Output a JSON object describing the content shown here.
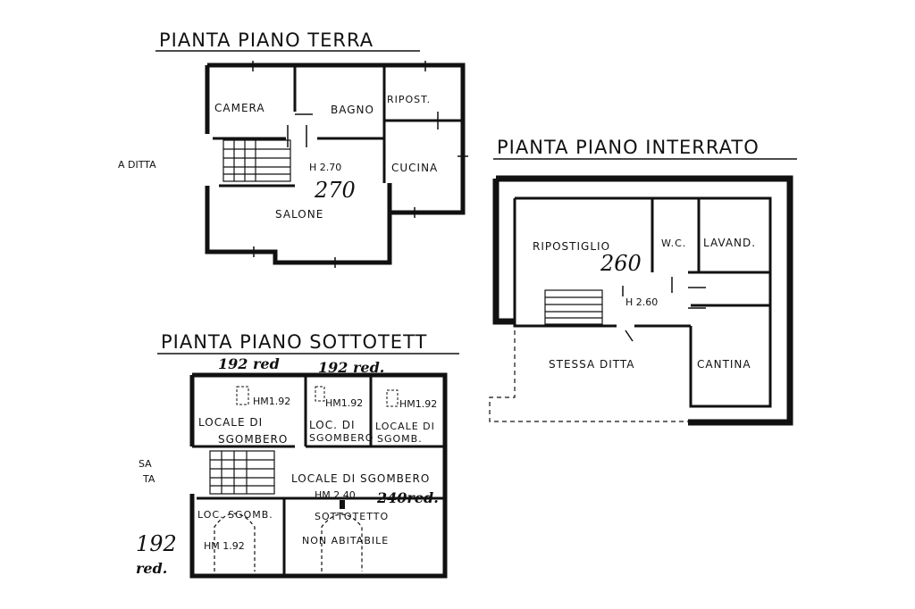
{
  "plans": {
    "ground": {
      "title": "PIANTA PIANO TERRA",
      "rooms": {
        "camera": "CAMERA",
        "bagno": "BAGNO",
        "ripost": "RIPOST.",
        "cucina": "CUCINA",
        "salone": "SALONE",
        "height": "H 2.70"
      },
      "side_label": "A DITTA",
      "handwritten_height": "270"
    },
    "basement": {
      "title": "PIANTA PIANO INTERRATO",
      "rooms": {
        "ripostiglio": "RIPOSTIGLIO",
        "wc": "W.C.",
        "lavand": "LAVAND.",
        "height": "H 2.60",
        "stessa_ditta": "STESSA DITTA",
        "cantina": "CANTINA"
      },
      "handwritten_height": "260"
    },
    "attic": {
      "title": "PIANTA PIANO SOTTOTETT",
      "top_notes": [
        "192 red",
        "192 red."
      ],
      "rooms": {
        "hm1": "HM1.92",
        "hm2": "HM1.92",
        "hm3": "HM1.92",
        "locale_sgombero_1a": "LOCALE DI",
        "locale_sgombero_1b": "SGOMBERO",
        "loc_di_a": "LOC. DI",
        "loc_di_b": "SGOMBERO",
        "locale_di_c": "LOCALE DI",
        "locale_di_d": "SGOMB.",
        "locale_big": "LOCALE DI SGOMBERO",
        "hm_240": "HM 2.40",
        "loc_sgomb": "LOC. SGOMB.",
        "sottotetto": "SOTTOTETTO",
        "non_abitabile": "NON ABITABILE",
        "hm_low": "HM 1.92"
      },
      "side_label_1": "SA",
      "side_label_2": "TA",
      "handwritten_240": "240red.",
      "handwritten_192": "192",
      "handwritten_red": "red."
    }
  }
}
